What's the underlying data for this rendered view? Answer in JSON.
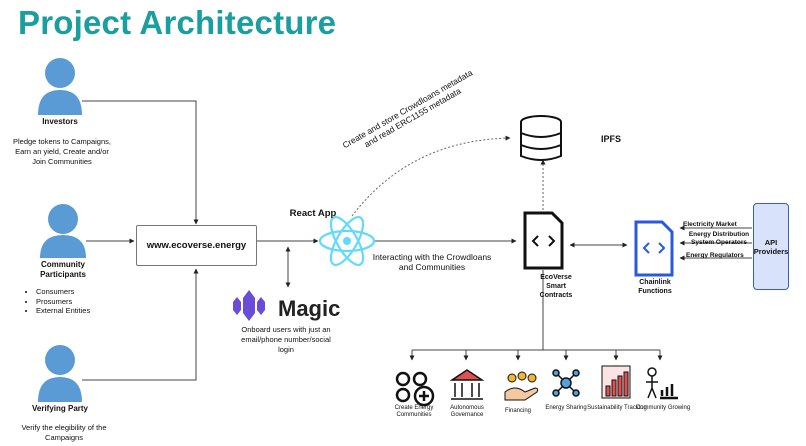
{
  "title": "Project Architecture",
  "actors": {
    "investors": {
      "label": "Investors",
      "desc": "Pledge tokens to Campaigns, Earn an yield, Create and/or Join Communities"
    },
    "community": {
      "label": "Community Participants",
      "bullets": [
        "Consumers",
        "Prosumers",
        "External Entities"
      ]
    },
    "verifying": {
      "label": "Verifying Party",
      "desc": "Verify the elegibility of the Campaigns"
    }
  },
  "website": "www.ecoverse.energy",
  "react_app": "React App",
  "magic": {
    "name": "Magic",
    "desc": "Onboard users with just an email/phone number/social login"
  },
  "crowdloans_note": "Create and store Crowdloans metadata and read ERC1155 metadata",
  "interacting_note": "Interacting with the Crowdloans and Communities",
  "ipfs": "IPFS",
  "contracts": "EcoVerse Smart Contracts",
  "chainlink": "Chainlink Functions",
  "api_providers": "API Providers",
  "feeds": [
    "Electricity Market",
    "Energy Distribution System Operators",
    "Energy Regulators"
  ],
  "features": [
    {
      "label": "Create Energy Communities",
      "icon": "community-icon"
    },
    {
      "label": "Autonomous Governance",
      "icon": "governance-icon"
    },
    {
      "label": "Financing",
      "icon": "financing-icon"
    },
    {
      "label": "Energy Sharing",
      "icon": "sharing-icon"
    },
    {
      "label": "Sustainability Tracking",
      "icon": "tracking-icon"
    },
    {
      "label": "Community Growing",
      "icon": "growth-icon"
    }
  ],
  "colors": {
    "title": "#1a9e9e",
    "person": "#5b9bd5",
    "react": "#61dafb",
    "magic": "#6a4cd8",
    "chainlink": "#2a5ada",
    "api_fill": "#d9e2fb"
  }
}
